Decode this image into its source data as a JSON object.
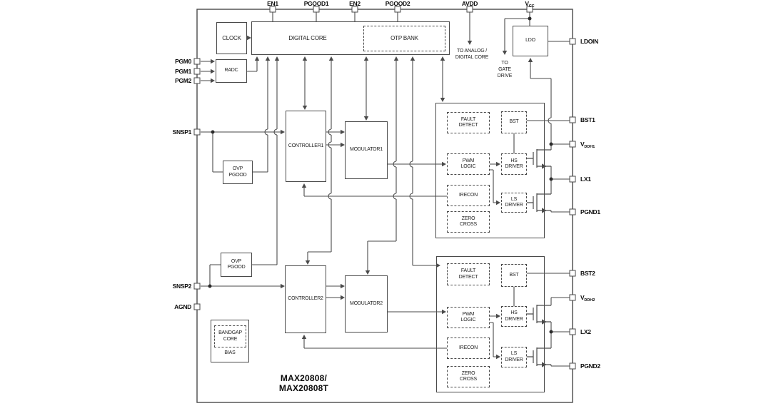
{
  "chip": {
    "title_lines": [
      "MAX20808/",
      "MAX20808T"
    ]
  },
  "colors": {
    "line": "#4a4a4a",
    "text": "#111111",
    "background": "#ffffff"
  },
  "pins": {
    "top": [
      {
        "label": "EN1"
      },
      {
        "label": "PGOOD1"
      },
      {
        "label": "EN2"
      },
      {
        "label": "PGOOD2"
      },
      {
        "label": "AVDD"
      },
      {
        "base": "V",
        "sub": "CC"
      }
    ],
    "left": [
      {
        "label": "PGM0"
      },
      {
        "label": "PGM1"
      },
      {
        "label": "PGM2"
      },
      {
        "label": "SNSP1"
      },
      {
        "label": "SNSP2"
      },
      {
        "label": "AGND"
      }
    ],
    "right": [
      {
        "label": "LDOIN"
      },
      {
        "label": "BST1"
      },
      {
        "base": "V",
        "sub": "DDH1"
      },
      {
        "label": "LX1"
      },
      {
        "label": "PGND1"
      },
      {
        "label": "BST2"
      },
      {
        "base": "V",
        "sub": "DDH2"
      },
      {
        "label": "LX2"
      },
      {
        "label": "PGND2"
      }
    ]
  },
  "blocks": {
    "clock": "CLOCK",
    "digital_core": "DIGITAL CORE",
    "otp_bank": "OTP BANK",
    "radc": "RADC",
    "ldo": "LDO",
    "ovp_pgood": [
      "OVP",
      "PGOOD"
    ],
    "controller1": "CONTROLLER1",
    "modulator1": "MODULATOR1",
    "controller2": "CONTROLLER2",
    "modulator2": "MODULATOR2",
    "fault_detect": [
      "FAULT",
      "DETECT"
    ],
    "bst": "BST",
    "pwm_logic": [
      "PWM",
      "LOGIC"
    ],
    "hs_driver": [
      "HS",
      "DRIVER"
    ],
    "irecon": "IRECON",
    "ls_driver": [
      "LS",
      "DRIVER"
    ],
    "zero_cross": [
      "ZERO",
      "CROSS"
    ],
    "bandgap_core": [
      "BANDGAP",
      "CORE"
    ],
    "bias": "BIAS"
  },
  "annotations": {
    "to_analog": [
      "TO ANALOG /",
      "DIGITAL CORE"
    ],
    "to_gate": [
      "TO",
      "GATE",
      "DRIVE"
    ]
  }
}
